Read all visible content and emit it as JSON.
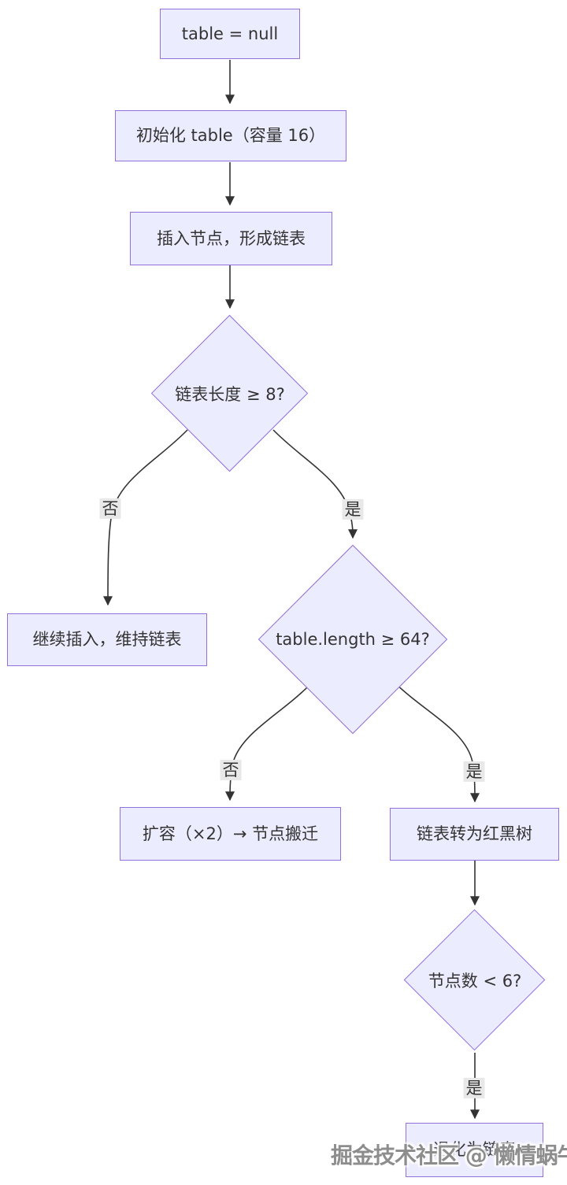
{
  "colors": {
    "background": "#ffffff",
    "node_fill": "#ececff",
    "node_border": "#9370db",
    "edge": "#333333",
    "edge_label_bg": "#e8e8e8",
    "text": "#333333",
    "watermark_text": "#8d8d8d"
  },
  "flowchart": {
    "nodes": {
      "start": "table = null",
      "init": "初始化 table（容量 16）",
      "insert": "插入节点，形成链表",
      "check_list_len": "链表长度 ≥ 8?",
      "keep_list": "继续插入，维持链表",
      "check_table_len": "table.length ≥ 64?",
      "resize": "扩容（×2）→ 节点搬迁",
      "treeify": "链表转为红黑树",
      "check_node_count": "节点数 < 6?",
      "untreeify": "退化为链表"
    },
    "edge_labels": {
      "list_len_no": "否",
      "list_len_yes": "是",
      "table_len_no": "否",
      "table_len_yes": "是",
      "node_count_yes": "是"
    }
  },
  "watermark": "掘金技术社区 @ 懒情蜗牛"
}
